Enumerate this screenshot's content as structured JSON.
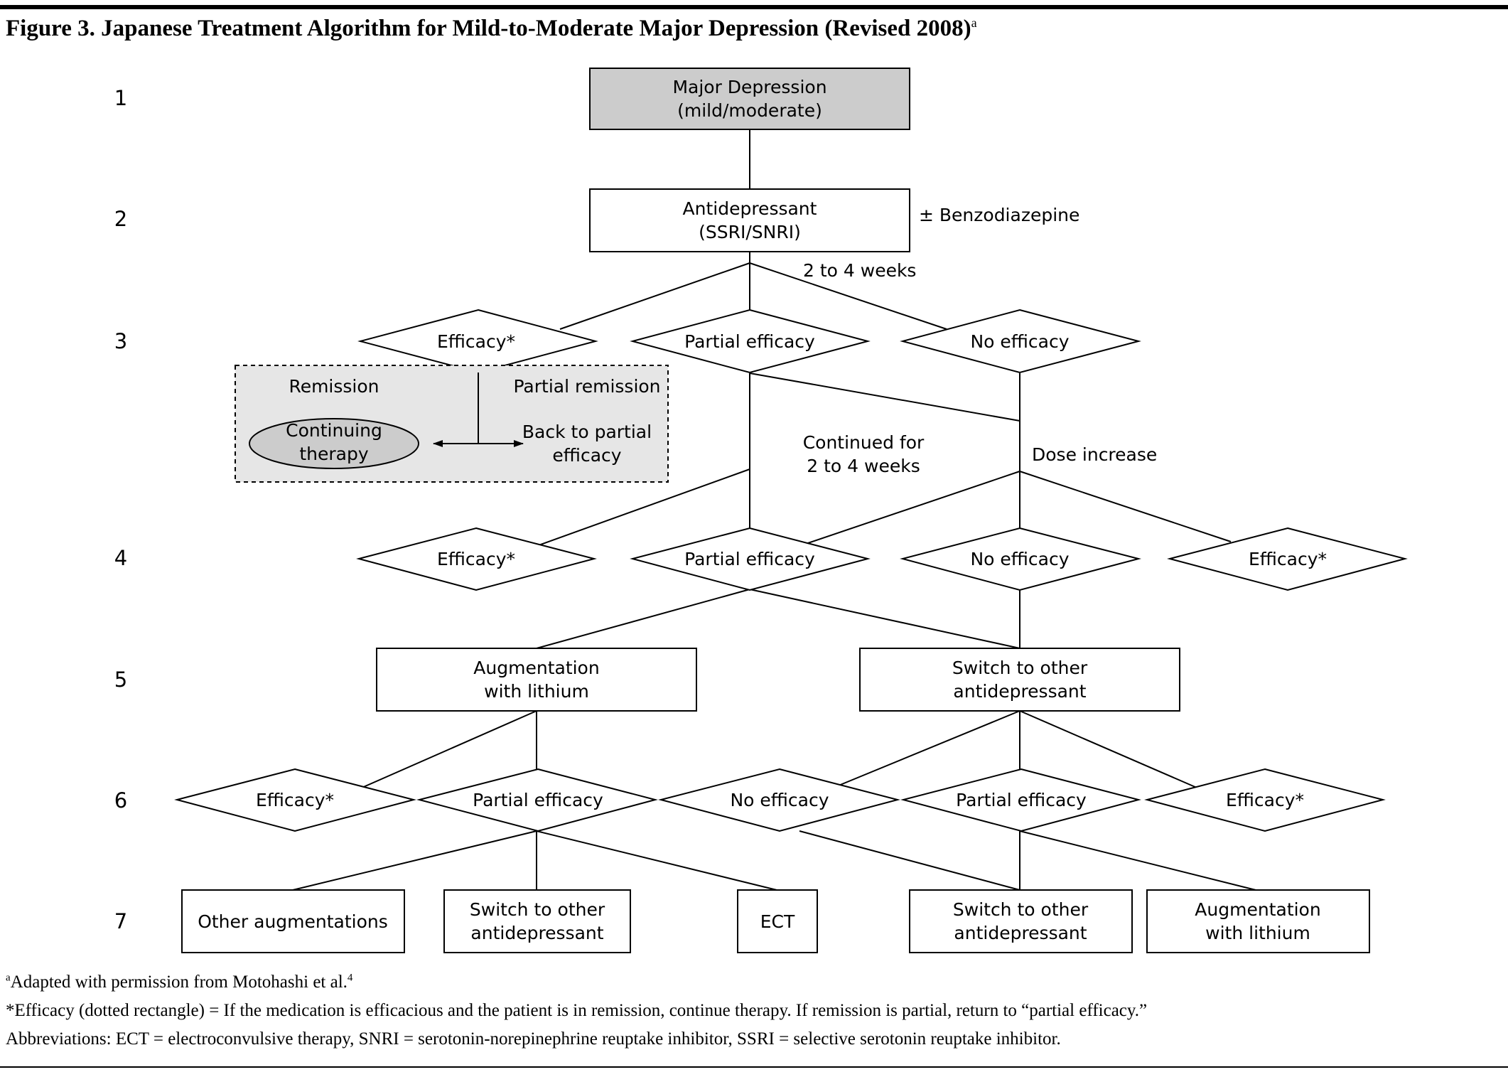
{
  "figure": {
    "title": "Figure 3. Japanese Treatment Algorithm for Mild-to-Moderate Major Depression (Revised 2008)",
    "title_sup": "a"
  },
  "steps": [
    "1",
    "2",
    "3",
    "4",
    "5",
    "6",
    "7"
  ],
  "nodes": {
    "major_depression": [
      "Major Depression",
      "(mild/moderate)"
    ],
    "antidepressant": [
      "Antidepressant",
      "(SSRI/SNRI)"
    ],
    "benzodiazepine": "± Benzodiazepine",
    "weeks_2_4": "2 to 4 weeks",
    "row3": {
      "efficacy": "Efficacy*",
      "partial": "Partial efficacy",
      "none": "No efficacy"
    },
    "remission_box": {
      "remission": "Remission",
      "partial_remission": "Partial remission",
      "continuing": [
        "Continuing",
        "therapy"
      ],
      "back_to_partial": [
        "Back to partial",
        "efficacy"
      ]
    },
    "continued": [
      "Continued for",
      "2 to 4 weeks"
    ],
    "dose_increase": "Dose increase",
    "row4": {
      "efficacy_left": "Efficacy*",
      "partial": "Partial efficacy",
      "none": "No efficacy",
      "efficacy_right": "Efficacy*"
    },
    "row5": {
      "augment": [
        "Augmentation",
        "with lithium"
      ],
      "switch": [
        "Switch to other",
        "antidepressant"
      ]
    },
    "row6": {
      "efficacy_left": "Efficacy*",
      "partial_left": "Partial efficacy",
      "none": "No efficacy",
      "partial_right": "Partial efficacy",
      "efficacy_right": "Efficacy*"
    },
    "row7": {
      "other_aug": "Other augmentations",
      "switch_left": [
        "Switch to other",
        "antidepressant"
      ],
      "ect": "ECT",
      "switch_right": [
        "Switch to other",
        "antidepressant"
      ],
      "augment": [
        "Augmentation",
        "with lithium"
      ]
    }
  },
  "colors": {
    "shaded": "#cccccc",
    "remission_bg": "#e6e6e6",
    "stroke": "#000000"
  },
  "footnotes": {
    "a_sup": "a",
    "a_text": "Adapted with permission from Motohashi et al.",
    "a_ref": "4",
    "efficacy_note": "*Efficacy (dotted rectangle) = If the medication is efficacious and the patient is in remission, continue therapy. If remission is partial, return to “partial efficacy.”",
    "abbreviations": "Abbreviations: ECT = electroconvulsive therapy, SNRI = serotonin-norepinephrine reuptake inhibitor, SSRI = selective serotonin reuptake inhibitor."
  }
}
